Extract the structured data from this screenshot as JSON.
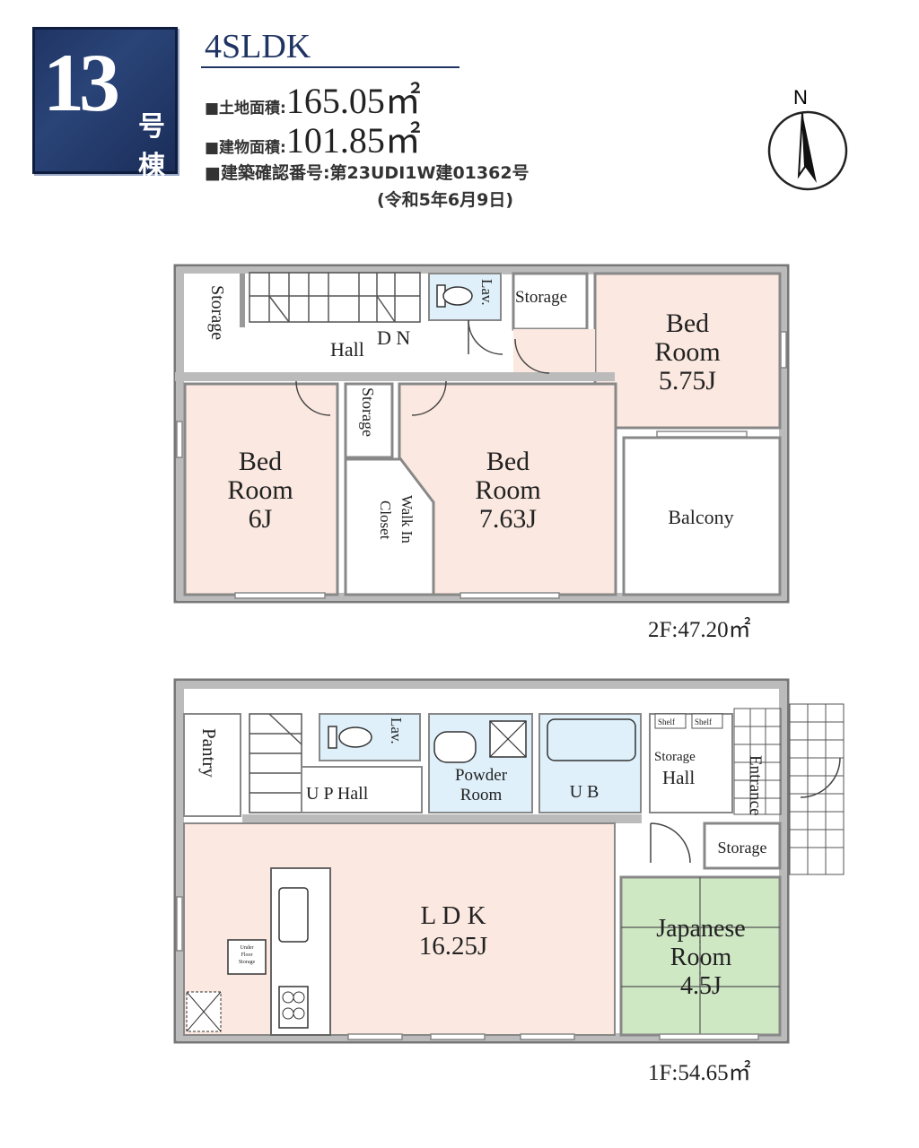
{
  "header": {
    "building_number": "13",
    "building_suffix": "号棟",
    "layout_type": "4SLDK",
    "land_area_label": "■土地面積:",
    "land_area_value": "165.05㎡",
    "building_area_label": "■建物面積:",
    "building_area_value": "101.85㎡",
    "permit_text": "■建築確認番号:第23UDI1W建01362号",
    "permit_date": "(令和5年6月9日)",
    "compass_label": "N"
  },
  "floor2": {
    "area_text": "2F:47.20㎡",
    "rooms": {
      "storage_left": "Storage",
      "hall": "Hall",
      "dn": "D N",
      "lav": "Lav.",
      "storage_top": "Storage",
      "bed_a": [
        "Bed",
        "Room",
        "5.75J"
      ],
      "bed_b": [
        "Bed",
        "Room",
        "6J"
      ],
      "storage_mid": "Storage",
      "walk_in": [
        "Walk In",
        "Closet"
      ],
      "bed_c": [
        "Bed",
        "Room",
        "7.63J"
      ],
      "balcony": "Balcony"
    }
  },
  "floor1": {
    "area_text": "1F:54.65㎡",
    "rooms": {
      "pantry": "Pantry",
      "lav": "Lav.",
      "up_hall": "U P Hall",
      "powder_room": [
        "Powder",
        "Room"
      ],
      "ub": "U B",
      "shelf_a": "Shelf",
      "shelf_b": "Shelf",
      "storage_hall": "Storage",
      "hall": "Hall",
      "entrance": "Entrance",
      "storage_right": "Storage",
      "ldk": [
        "L D K",
        "16.25J"
      ],
      "japanese": [
        "Japanese",
        "Room",
        "4.5J"
      ],
      "underfloor": [
        "Under",
        "Floor",
        "Storage"
      ]
    }
  },
  "colors": {
    "room_fill": "#fbe8e0",
    "wet_fill": "#dff0fa",
    "tatami_fill": "#cfe8c4",
    "wall": "#8a8a8a",
    "navy": "#1f3463"
  }
}
